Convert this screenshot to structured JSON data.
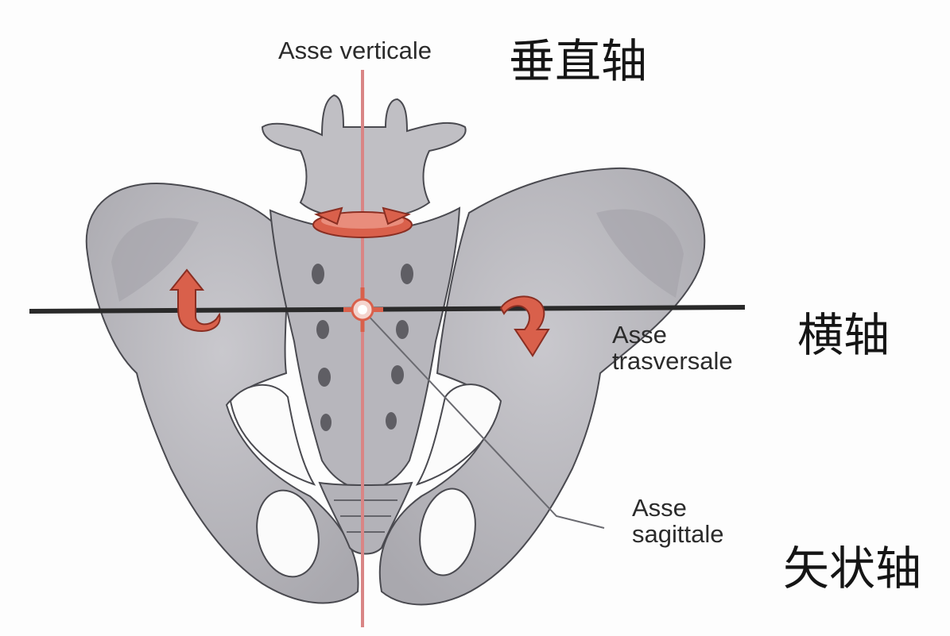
{
  "labels": {
    "vertical_it": "Asse verticale",
    "vertical_zh": "垂直轴",
    "transverse_it_1": "Asse",
    "transverse_it_2": "trasversale",
    "transverse_zh": "横轴",
    "sagittal_it_1": "Asse",
    "sagittal_it_2": "sagittale",
    "sagittal_zh": "矢状轴"
  },
  "colors": {
    "bone_fill": "#b9b8be",
    "bone_shadow": "#9d9ca3",
    "bone_outline": "#4a4a50",
    "vertical_axis": "#d98585",
    "transverse_axis": "#2a2a2a",
    "rotation_arrow": "#d9604b",
    "text": "#2b2b2b"
  },
  "icons": {
    "vertical_rotation": "rotation-arrow-ring",
    "transverse_rotation_left": "curved-arrow-up",
    "transverse_rotation_right": "curved-arrow-down",
    "sagittal_axis_marker": "axis-crosshair-target"
  }
}
